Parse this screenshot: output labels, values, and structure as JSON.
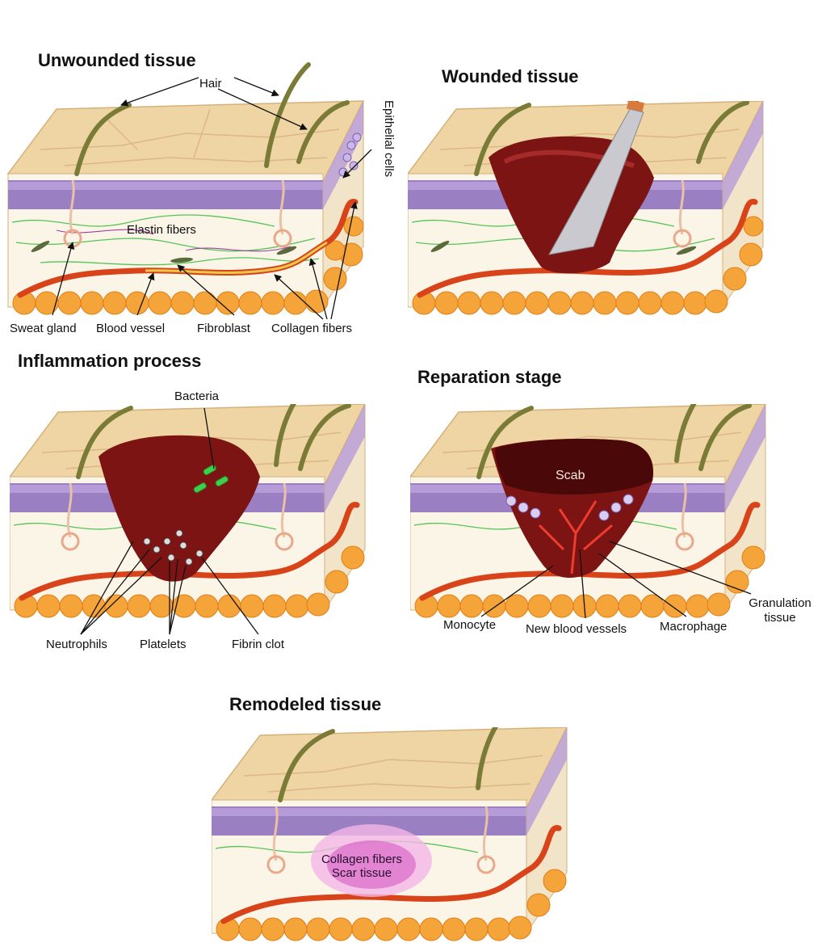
{
  "panels": {
    "unwounded": {
      "title": "Unwounded tissue",
      "labels": {
        "hair": "Hair",
        "epithelial": "Epithelial cells",
        "elastin": "Elastin fibers",
        "sweat_gland": "Sweat gland",
        "blood_vessel": "Blood vessel",
        "fibroblast": "Fibroblast",
        "collagen": "Collagen fibers"
      }
    },
    "wounded": {
      "title": "Wounded tissue"
    },
    "inflammation": {
      "title": "Inflammation process",
      "labels": {
        "bacteria": "Bacteria",
        "neutrophils": "Neutrophils",
        "platelets": "Platelets",
        "fibrin_clot": "Fibrin clot"
      }
    },
    "reparation": {
      "title": "Reparation stage",
      "labels": {
        "scab": "Scab",
        "monocyte": "Monocyte",
        "new_vessels": "New blood vessels",
        "macrophage": "Macrophage",
        "granulation_1": "Granulation",
        "granulation_2": "tissue"
      }
    },
    "remodeled": {
      "title": "Remodeled tissue",
      "labels": {
        "collagen": "Collagen fibers",
        "scar": "Scar tissue"
      }
    }
  },
  "colors": {
    "epidermis": "#f0d5a4",
    "epidermis_top": "#e3bb80",
    "dermis_band": "#8b6bb5",
    "dermis": "#fbf5e8",
    "fat": "#f5a43a",
    "wound": "#7d1414",
    "vessel": "#d8431a",
    "scar": "#d65ac5"
  }
}
